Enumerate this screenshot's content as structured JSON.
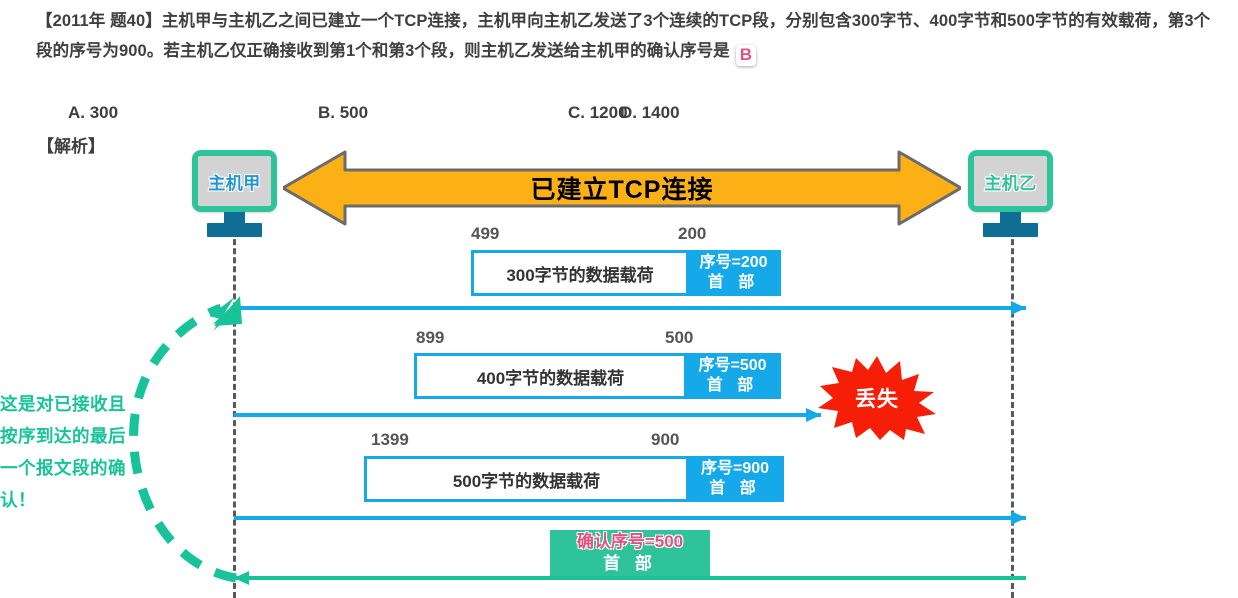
{
  "question": {
    "text": "【2011年 题40】主机甲与主机乙之间已建立一个TCP连接，主机甲向主机乙发送了3个连续的TCP段，分别包含300字节、400字节和500字节的有效载荷，第3个段的序号为900。若主机乙仅正确接收到第1个和第3个段，则主机乙发送给主机甲的确认序号是",
    "answer_badge": "B"
  },
  "choices": [
    {
      "label": "A. 300"
    },
    {
      "label": "B. 500"
    },
    {
      "label": "C. 1200"
    },
    {
      "label": "D. 1400"
    }
  ],
  "analysis_label": "【解析】",
  "hosts": {
    "left": "主机甲",
    "right": "主机乙"
  },
  "banner": {
    "text": "已建立TCP连接",
    "color": "#FBB016"
  },
  "segments": [
    {
      "left_num": "499",
      "right_num": "200",
      "payload": "300字节的数据载荷",
      "header_seq": "序号=200",
      "header_label": "首 部"
    },
    {
      "left_num": "899",
      "right_num": "500",
      "payload": "400字节的数据载荷",
      "header_seq": "序号=500",
      "header_label": "首 部"
    },
    {
      "left_num": "1399",
      "right_num": "900",
      "payload": "500字节的数据载荷",
      "header_seq": "序号=900",
      "header_label": "首 部"
    }
  ],
  "lost_marker": {
    "text": "丢失",
    "color": "#F61E07"
  },
  "ack": {
    "seq": "确认序号=500",
    "label": "首 部",
    "color": "#2FC39B"
  },
  "annotation": {
    "text": "这是对已接收且按序到达的最后一个报文段的确认！",
    "color": "#19C39A"
  },
  "colors": {
    "segment_blue": "#16A9EA",
    "teal": "#2FC39B",
    "timeline_gray": "#595959",
    "accent_pink": "#E0527F"
  }
}
